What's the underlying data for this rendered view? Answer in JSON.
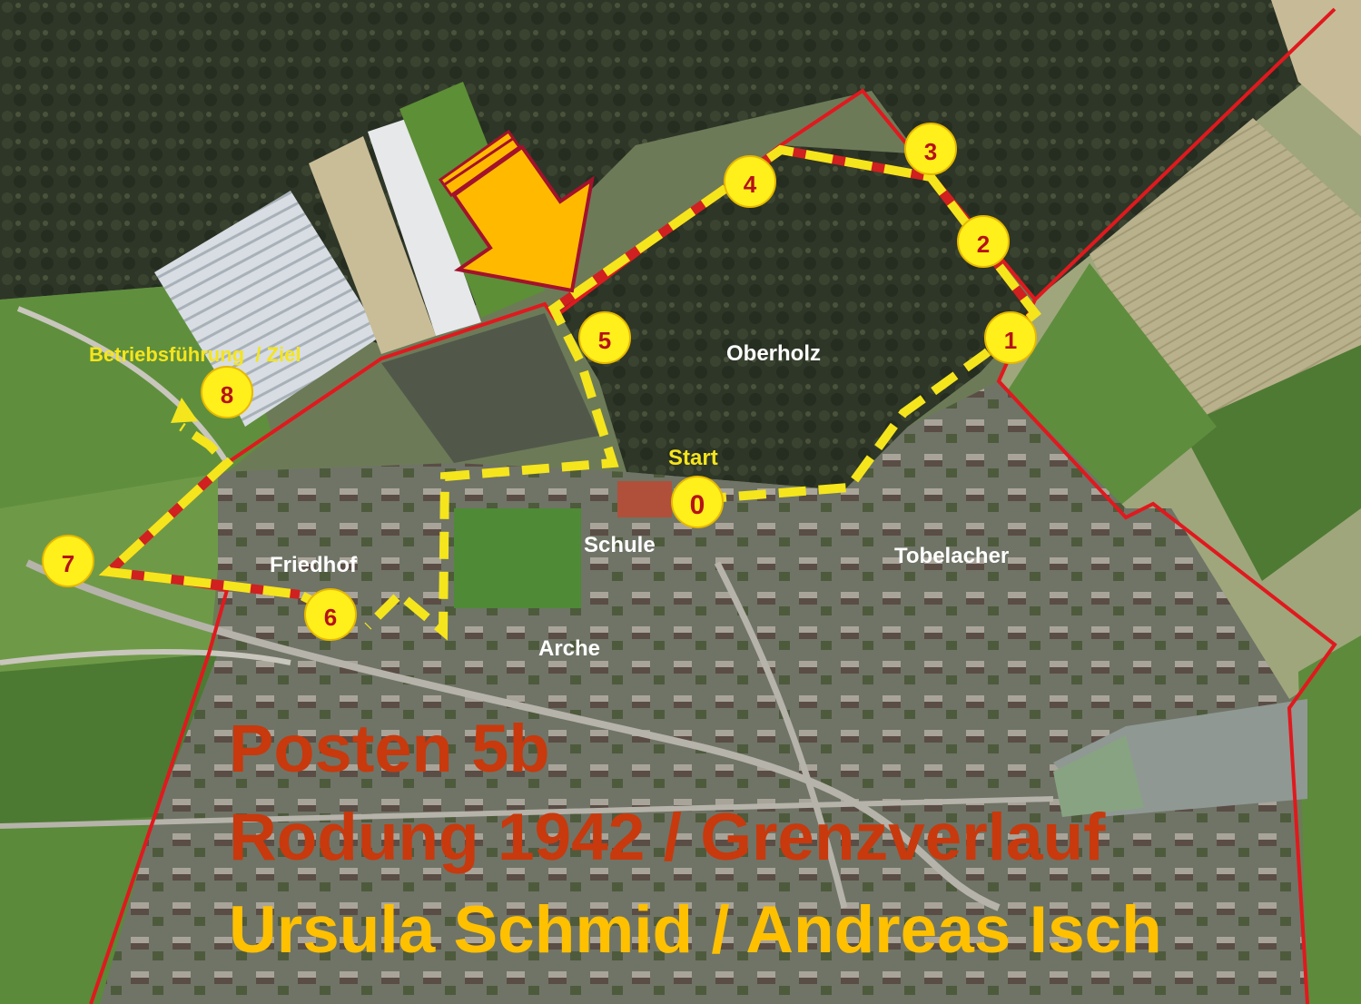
{
  "labels": {
    "start": "Start",
    "oberholz": "Oberholz",
    "tobelacher": "Tobelacher",
    "schule": "Schule",
    "friedhof": "Friedhof",
    "arche": "Arche",
    "betrieb": "Betriebsführung  / Ziel"
  },
  "stations": [
    {
      "n": "0"
    },
    {
      "n": "1"
    },
    {
      "n": "2"
    },
    {
      "n": "3"
    },
    {
      "n": "4"
    },
    {
      "n": "5"
    },
    {
      "n": "6"
    },
    {
      "n": "7"
    },
    {
      "n": "8"
    }
  ],
  "title": {
    "line1": "Posten 5b",
    "line2": "Rodung 1942 / Grenzverlauf",
    "line3": "Ursula Schmid / Andreas Isch"
  },
  "colors": {
    "route": "#f5e51c",
    "boundary": "#e0191e",
    "marker_fill": "#ffef1a",
    "marker_text": "#b5121b",
    "arrow": "#ffba00",
    "arrow_outline": "#a3122c",
    "title_red": "#c8390d",
    "title_yellow": "#ffc000",
    "forest": "#2c3425",
    "field": "#5c8a3a"
  }
}
